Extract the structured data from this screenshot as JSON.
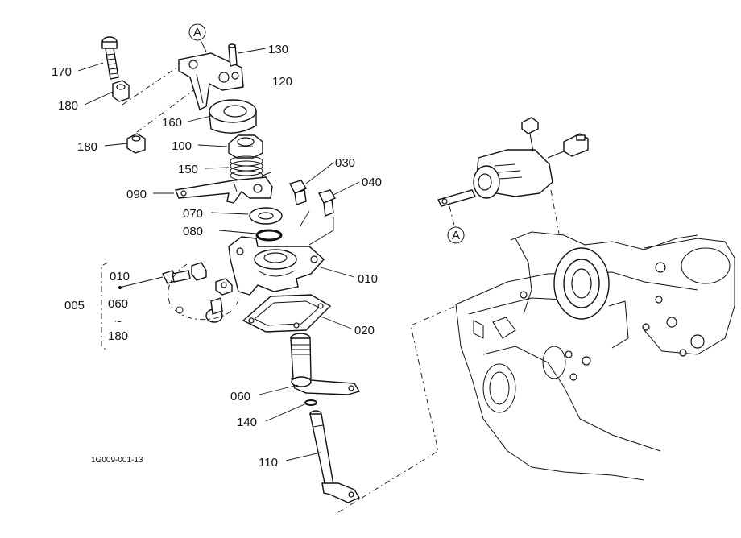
{
  "drawing_code": "1G009-001-13",
  "callout_letter": "A",
  "parts": {
    "p170": "170",
    "p180_top": "180",
    "p180_mid": "180",
    "p130": "130",
    "p120": "120",
    "p160": "160",
    "p100": "100",
    "p150": "150",
    "p090": "090",
    "p070": "070",
    "p080": "080",
    "p030": "030",
    "p040": "040",
    "p010": "010",
    "p020": "020",
    "p060": "060",
    "p140": "140",
    "p110": "110"
  },
  "kit": {
    "number": "005",
    "from": "010",
    "middle": "060",
    "tilde": "~",
    "to": "180"
  }
}
